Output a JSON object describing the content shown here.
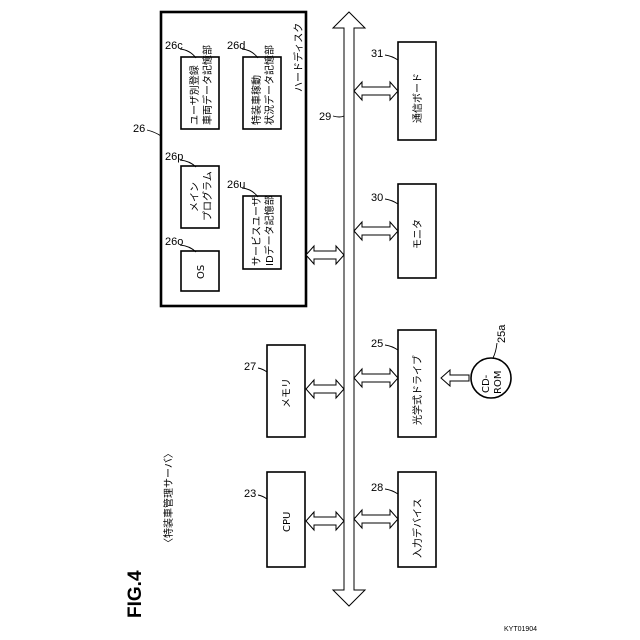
{
  "figure_label": "FIG.4",
  "diagram_title": "〈特装車管理サーバ〉",
  "hard_disk": {
    "ref": "26",
    "label": "ハードディスク"
  },
  "blocks": {
    "26c": {
      "ref": "26c",
      "line1": "ユーザ別登録",
      "line2": "車両データ記憶部"
    },
    "26d": {
      "ref": "26d",
      "line1": "特装車稼動",
      "line2": "状況データ記憶部"
    },
    "26p": {
      "ref": "26p",
      "line1": "メイン",
      "line2": "プログラム"
    },
    "26u": {
      "ref": "26u",
      "line1": "サービスユーザ",
      "line2": "IDデータ記憶部"
    },
    "26o": {
      "ref": "26o",
      "line1": "OS"
    },
    "27": {
      "ref": "27",
      "line1": "メモリ"
    },
    "23": {
      "ref": "23",
      "line1": "CPU"
    },
    "31": {
      "ref": "31",
      "line1": "通信ボード"
    },
    "30": {
      "ref": "30",
      "line1": "モニタ"
    },
    "25": {
      "ref": "25",
      "line1": "光学式ドライブ"
    },
    "28": {
      "ref": "28",
      "line1": "入力デバイス"
    }
  },
  "bus": {
    "ref": "29"
  },
  "cdrom": {
    "ref": "25a",
    "line1": "CD-",
    "line2": "ROM"
  },
  "footer_code": "KYT01904"
}
